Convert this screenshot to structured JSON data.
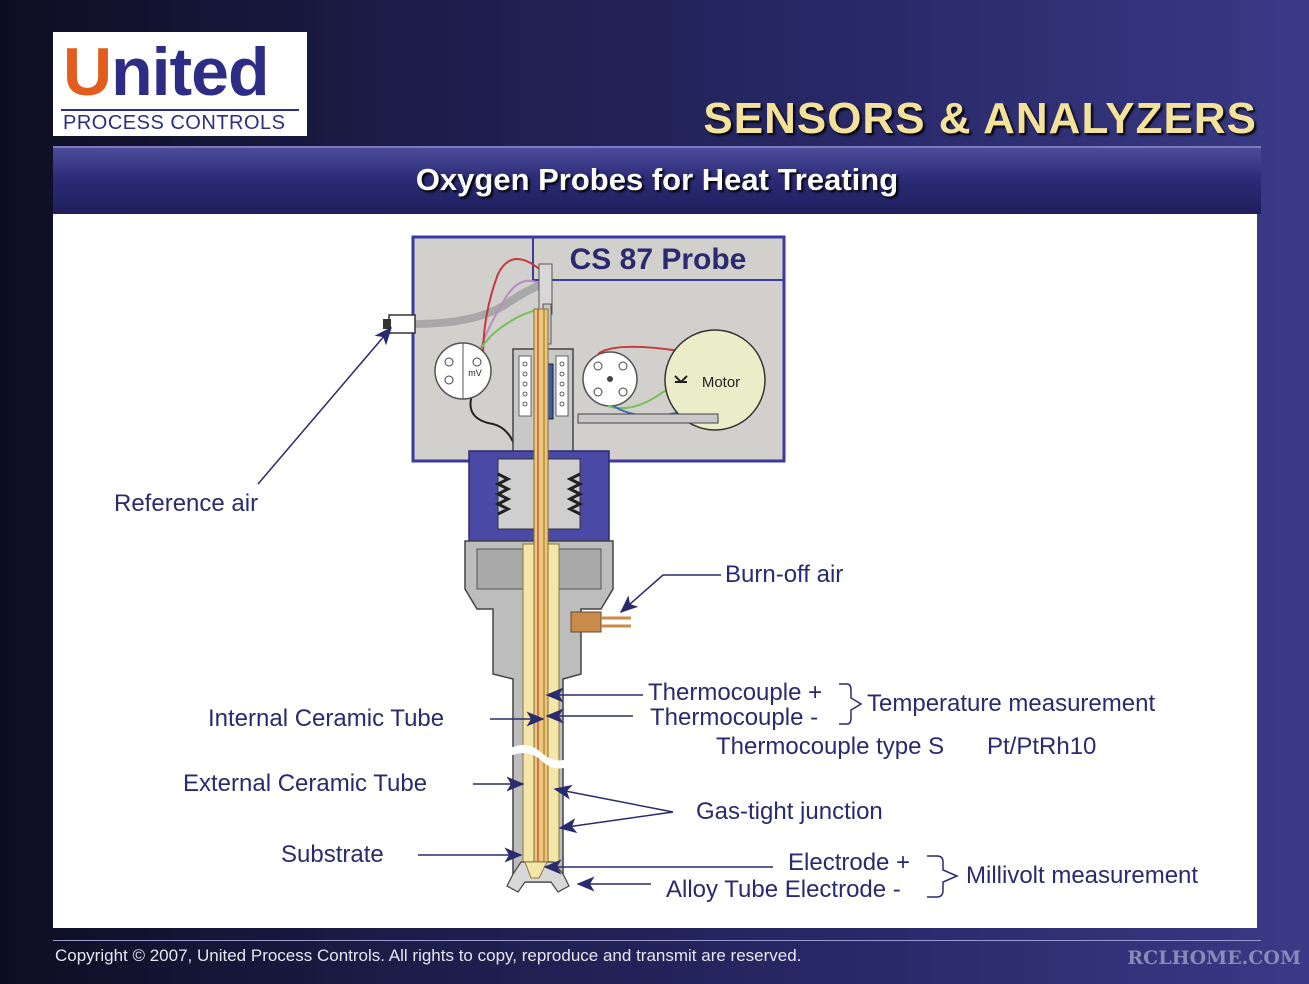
{
  "logo": {
    "brand_u": "U",
    "brand_rest": "nited",
    "subtitle": "PROCESS CONTROLS"
  },
  "header": {
    "title": "SENSORS & ANALYZERS"
  },
  "band": {
    "title": "Oxygen Probes for Heat Treating"
  },
  "diagram": {
    "probe_title": "CS 87 Probe",
    "motor": "Motor",
    "mv": "mV",
    "labels": {
      "reference_air": "Reference air",
      "burn_off_air": "Burn-off air",
      "thermocouple_plus": "Thermocouple +",
      "thermocouple_minus": "Thermocouple -",
      "temperature_measurement": "Temperature measurement",
      "thermocouple_type": "Thermocouple type S",
      "pt_ptrh10": "Pt/PtRh10",
      "internal_ceramic_tube": "Internal Ceramic Tube",
      "external_ceramic_tube": "External Ceramic Tube",
      "gas_tight_junction": "Gas-tight junction",
      "substrate": "Substrate",
      "electrode_plus": "Electrode +",
      "alloy_tube_electrode": "Alloy Tube Electrode -",
      "millivolt_measurement": "Millivolt measurement"
    }
  },
  "footer": {
    "copyright": "Copyright © 2007, United Process Controls.  All rights to copy, reproduce and transmit are reserved.",
    "watermark": "RCLHOME.COM"
  },
  "colors": {
    "navy": "#2a2a6e",
    "accent_orange": "#e25c1e",
    "title_gold": "#f4e29a",
    "housing_blue": "#4a4aa6",
    "probe_gray": "#b8b8b8"
  }
}
